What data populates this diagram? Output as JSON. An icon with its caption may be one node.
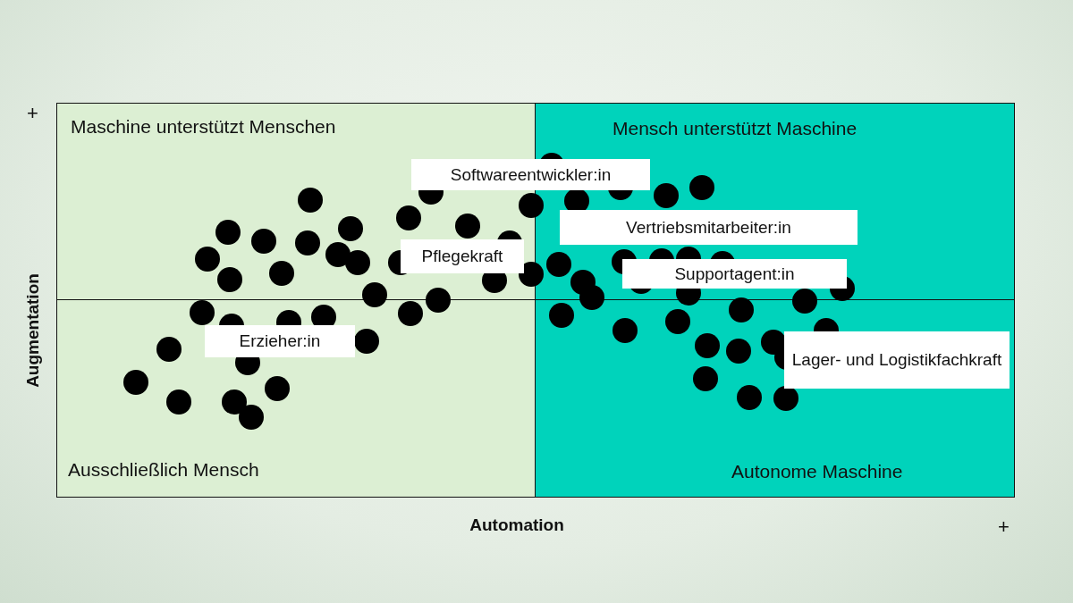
{
  "diagram": {
    "nodes": [
      {
        "text": [
          "Maschine unterstützt Menschen"
        ]
      },
      {
        "text": [
          "Mensch unterstützt Maschine"
        ]
      },
      {
        "text": [
          "Softwareentwickler:in"
        ]
      },
      {
        "text": [
          "Vertriebsmitarbeiter:in"
        ],
        "in": 1
      },
      {
        "text": [
          "Pflegekraft"
        ],
        "in": 0
      },
      {
        "text": [
          "Supportagent:in"
        ],
        "in": 1
      },
      {
        "text": [
          "Ausschließlich Mensch"
        ]
      },
      {
        "text": [
          "Erzieher:in"
        ],
        "in": 6
      },
      {
        "text": [
          "Autonome Maschine"
        ]
      },
      {
        "text": [
          "Lager- und Logistikfachkraft"
        ],
        "in": 8
      }
    ],
    "labels": [
      "+",
      "Augmentation",
      "Automation",
      "+"
    ]
  }
}
